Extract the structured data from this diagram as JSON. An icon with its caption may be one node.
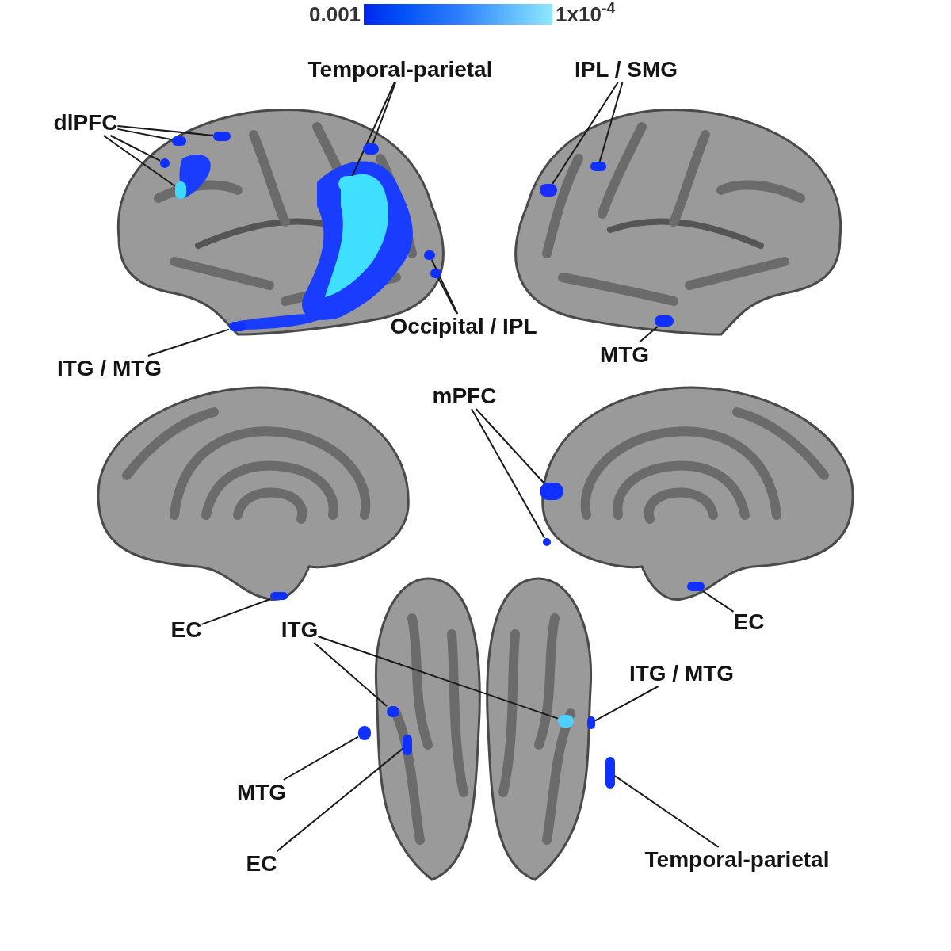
{
  "diagram": {
    "nodes": [
      {
        "text": [
          "dlPFC"
        ]
      },
      {
        "text": [
          "Temporal-parietal"
        ]
      },
      {
        "text": [
          "IPL / SMG"
        ]
      },
      {
        "text": [
          "Occipital / IPL"
        ]
      },
      {
        "text": [
          "ITG / MTG"
        ]
      },
      {
        "text": [
          "MTG"
        ]
      },
      {
        "text": [
          "mPFC"
        ]
      },
      {
        "text": [
          "EC"
        ]
      },
      {
        "text": [
          "ITG"
        ]
      },
      {
        "text": [
          "EC"
        ]
      },
      {
        "text": [
          "ITG / MTG"
        ]
      },
      {
        "text": [
          "MTG"
        ]
      },
      {
        "text": [
          "EC"
        ]
      },
      {
        "text": [
          "Temporal-parietal"
        ]
      },
      {
        "text": [],
        "shape": "circle"
      },
      {
        "text": [],
        "shape": "circle"
      },
      {
        "text": [],
        "shape": "circle"
      },
      {
        "text": [],
        "shape": "circle"
      },
      {
        "text": [],
        "shape": "circle"
      },
      {
        "text": [],
        "shape": "circle"
      },
      {
        "text": [],
        "shape": "circle"
      },
      {
        "text": [],
        "shape": "circle"
      },
      {
        "text": [],
        "shape": "circle"
      },
      {
        "text": [],
        "shape": "circle"
      },
      {
        "text": [],
        "shape": "circle"
      },
      {
        "text": [],
        "shape": "circle"
      },
      {
        "text": [],
        "shape": "circle"
      },
      {
        "text": [],
        "shape": "circle"
      },
      {
        "text": [],
        "shape": "circle"
      },
      {
        "text": [],
        "shape": "circle"
      },
      {
        "text": [],
        "shape": "circle"
      },
      {
        "text": [],
        "shape": "circle"
      },
      {
        "text": [],
        "shape": "circle"
      },
      {
        "text": [],
        "shape": "circle"
      },
      {
        "text": [],
        "shape": "circle"
      },
      {
        "text": [],
        "shape": "circle"
      },
      {
        "text": [],
        "shape": "bar",
        "beside": [
          "0.001",
          "1x10$^{-4}$"
        ]
      }
    ],
    "edges": [
      {
        "from": 0,
        "to": 14,
        "arrow": "none"
      },
      {
        "from": 0,
        "to": 15,
        "arrow": "none"
      },
      {
        "from": 0,
        "to": 16,
        "arrow": "none"
      },
      {
        "from": 0,
        "to": 17,
        "arrow": "none"
      },
      {
        "from": 1,
        "to": 18,
        "arrow": "none"
      },
      {
        "from": 1,
        "to": 19,
        "arrow": "none"
      },
      {
        "from": 2,
        "to": 20,
        "arrow": "none"
      },
      {
        "from": 2,
        "to": 21,
        "arrow": "none"
      },
      {
        "from": 3,
        "to": 22,
        "arrow": "none"
      },
      {
        "from": 3,
        "to": 23,
        "arrow": "none"
      },
      {
        "from": 4,
        "to": 24,
        "arrow": "none"
      },
      {
        "from": 5,
        "to": 25,
        "arrow": "none"
      },
      {
        "from": 6,
        "to": 26,
        "arrow": "none"
      },
      {
        "from": 6,
        "to": 27,
        "arrow": "none"
      },
      {
        "from": 7,
        "to": 28,
        "arrow": "none"
      },
      {
        "from": 8,
        "to": 29,
        "arrow": "none"
      },
      {
        "from": 8,
        "to": 30,
        "arrow": "none"
      },
      {
        "from": 9,
        "to": 31,
        "arrow": "none"
      },
      {
        "from": 10,
        "to": 32,
        "arrow": "none"
      },
      {
        "from": 11,
        "to": 33,
        "arrow": "none"
      },
      {
        "from": 12,
        "to": 34,
        "arrow": "none"
      },
      {
        "from": 13,
        "to": 35,
        "arrow": "none"
      }
    ]
  }
}
